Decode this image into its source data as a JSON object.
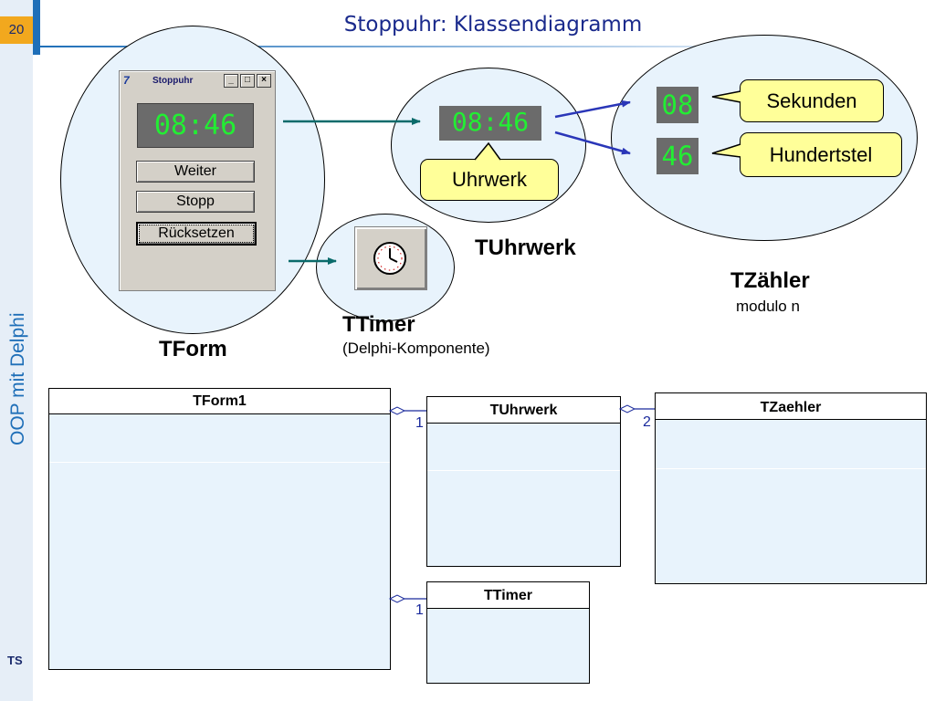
{
  "slide": {
    "page_number": "20",
    "title": "Stoppuhr: Klassendiagramm",
    "side_text": "OOP mit Delphi",
    "footer": "TS"
  },
  "window": {
    "caption": "Stoppuhr",
    "logo": "7",
    "minimize": "_",
    "maximize": "□",
    "close": "×",
    "display": "08:46",
    "buttons": [
      "Weiter",
      "Stopp",
      "Rücksetzen"
    ]
  },
  "uhrwerk": {
    "display": "08:46",
    "callout": "Uhrwerk"
  },
  "zaehler": {
    "seconds_value": "08",
    "hundredths_value": "46",
    "seconds_callout": "Sekunden",
    "hundredths_callout": "Hundertstel"
  },
  "labels": {
    "tform": "TForm",
    "tuhrwerk": "TUhrwerk",
    "tzaehler": "TZähler",
    "tzaehler_sub": "modulo n",
    "ttimer": "TTimer",
    "ttimer_sub": "(Delphi-Komponente)"
  },
  "uml": {
    "tform1": "TForm1",
    "tuhrwerk": "TUhrwerk",
    "tzaehler": "TZaehler",
    "ttimer": "TTimer",
    "mult_uhrwerk": "1",
    "mult_zaehler": "2",
    "mult_timer": "1"
  },
  "colors": {
    "accent_orange": "#f2a81e",
    "accent_blue": "#1f6fb8",
    "lcd_green": "#22ee33",
    "callout_yellow": "#ffff99",
    "arrow_teal": "#0a6b6b",
    "arrow_blue": "#2a36b8"
  }
}
